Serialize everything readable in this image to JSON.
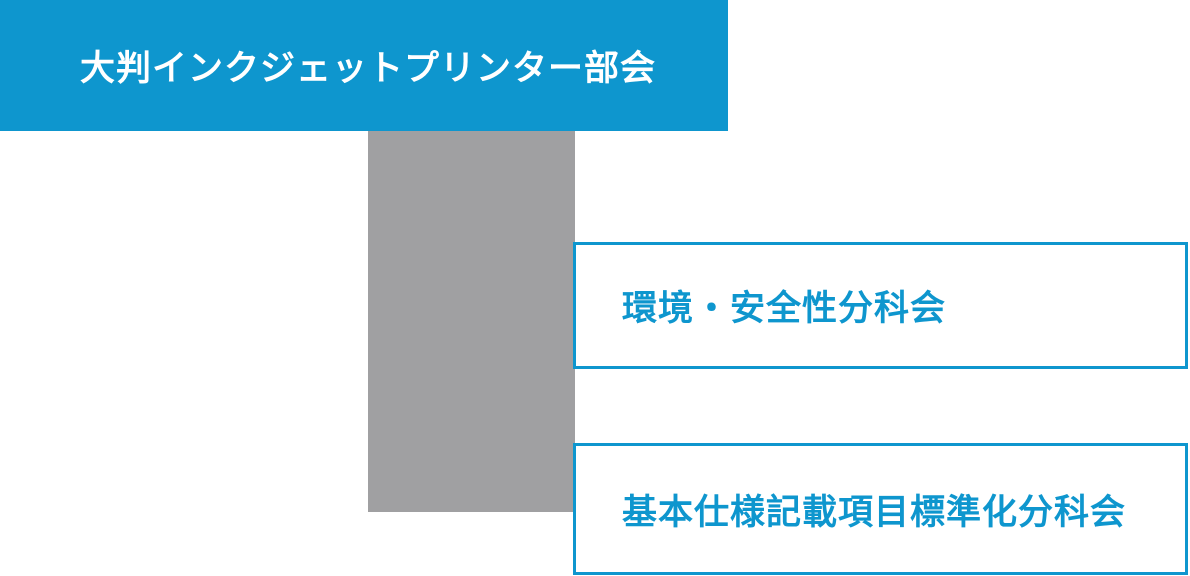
{
  "org_chart": {
    "parent_committee": {
      "label": "大判インクジェットプリンター部会"
    },
    "subcommittees": [
      {
        "label": "環境・安全性分科会"
      },
      {
        "label": "基本仕様記載項目標準化分科会"
      }
    ],
    "colors": {
      "accent_blue": "#0E96CE",
      "connector_gray": "#A0A0A2",
      "parent_text": "#FFFFFF",
      "background": "#FFFFFF"
    }
  }
}
